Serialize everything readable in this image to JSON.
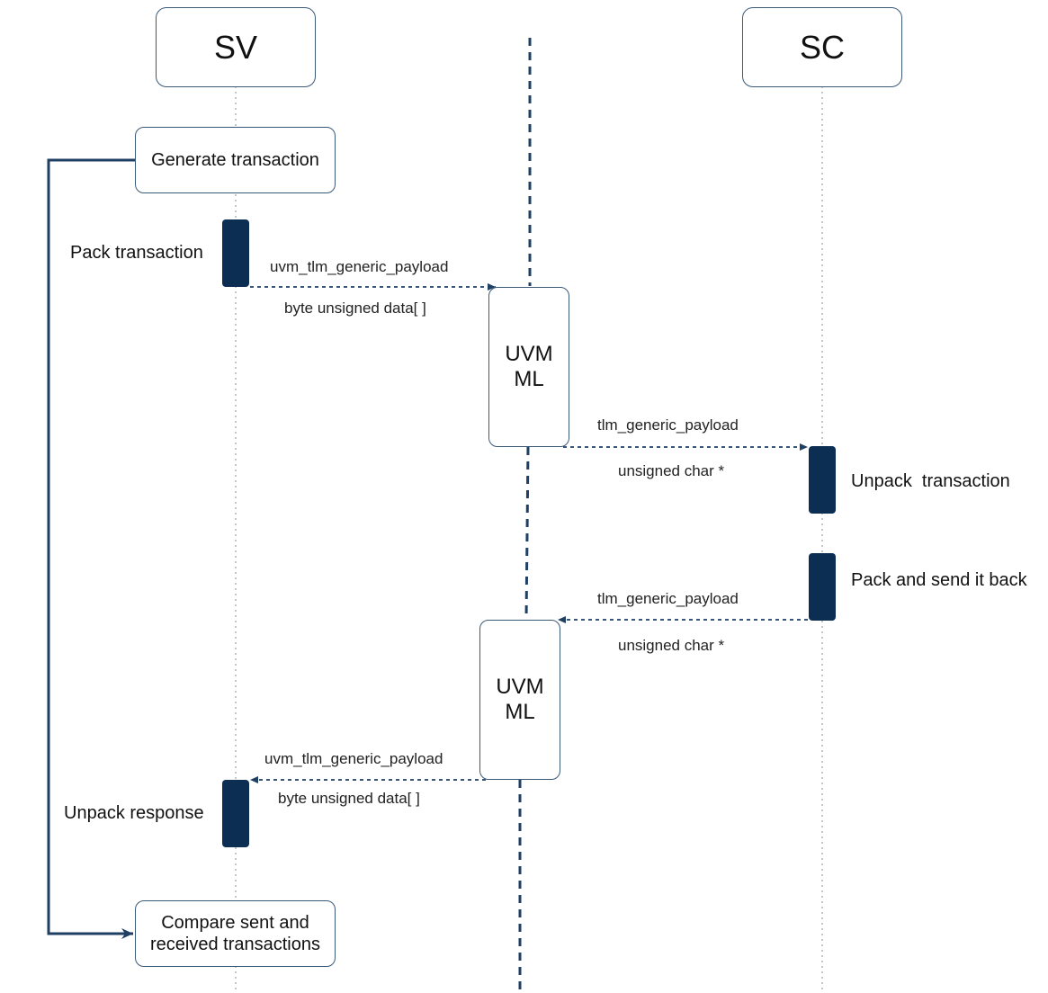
{
  "participants": {
    "sv": "SV",
    "sc": "SC"
  },
  "sv_steps": {
    "generate": "Generate transaction",
    "compare": "Compare sent and\nreceived transactions"
  },
  "uvm_ml": {
    "first": "UVM\nML",
    "second": "UVM\nML"
  },
  "step_labels": {
    "pack_transaction": "Pack transaction",
    "unpack_transaction": "Unpack  transaction",
    "pack_send_back": "Pack and send it back",
    "unpack_response": "Unpack response"
  },
  "messages": {
    "m1_top": "uvm_tlm_generic_payload",
    "m1_bottom": "byte unsigned data[ ]",
    "m2_top": "tlm_generic_payload",
    "m2_bottom": "unsigned char *",
    "m3_top": "tlm_generic_payload",
    "m3_bottom": "unsigned char *",
    "m4_top": "uvm_tlm_generic_payload",
    "m4_bottom": "byte unsigned data[ ]"
  },
  "colors": {
    "accent": "#1f3f63",
    "activation": "#0b2e52",
    "border": "#3b5a78"
  }
}
